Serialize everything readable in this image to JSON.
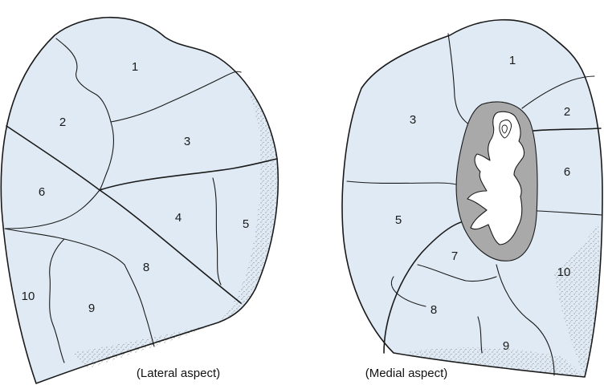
{
  "lateral": {
    "caption": "(Lateral aspect)",
    "segments": [
      "1",
      "2",
      "3",
      "4",
      "5",
      "6",
      "8",
      "9",
      "10"
    ]
  },
  "medial": {
    "caption": "(Medial aspect)",
    "segments": [
      "1",
      "2",
      "3",
      "5",
      "6",
      "7",
      "8",
      "9",
      "10"
    ]
  },
  "colors": {
    "lung_fill": "#dfeaf4",
    "hilum_fill": "#a9a9a9",
    "outline": "#1a1a1a"
  }
}
